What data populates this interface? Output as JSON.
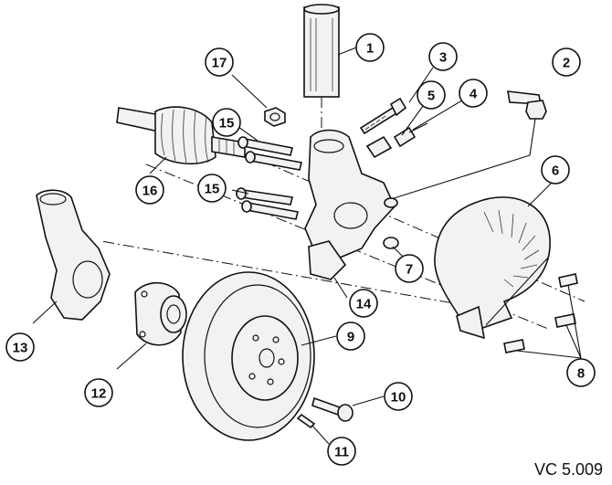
{
  "figure": {
    "reference_code": "VC 5.009"
  },
  "callouts": [
    {
      "number": "1"
    },
    {
      "number": "2"
    },
    {
      "number": "3"
    },
    {
      "number": "4"
    },
    {
      "number": "5"
    },
    {
      "number": "6"
    },
    {
      "number": "7"
    },
    {
      "number": "8"
    },
    {
      "number": "9"
    },
    {
      "number": "10"
    },
    {
      "number": "11"
    },
    {
      "number": "12"
    },
    {
      "number": "13"
    },
    {
      "number": "14"
    },
    {
      "number": "15"
    },
    {
      "number": "15"
    },
    {
      "number": "16"
    },
    {
      "number": "17"
    }
  ]
}
